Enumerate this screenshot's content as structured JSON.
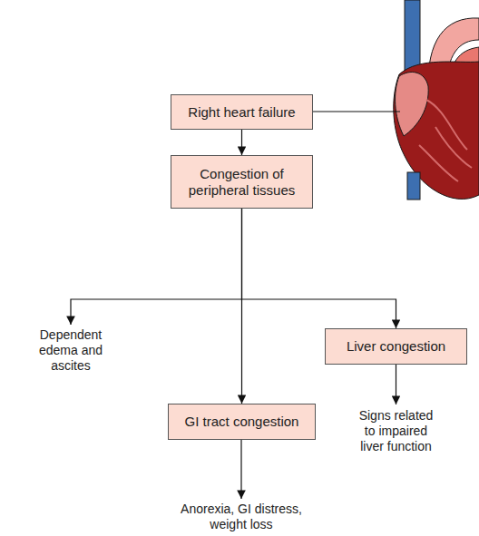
{
  "diagram": {
    "nodes": [
      {
        "text": [
          "Right heart failure"
        ]
      },
      {
        "text": [
          "Congestion of peripheral tissues"
        ]
      },
      {
        "text": [
          "Liver congestion"
        ]
      },
      {
        "text": [
          "GI tract congestion"
        ]
      }
    ],
    "edges": [
      {
        "from": 0,
        "to": 1,
        "arrow": "to"
      },
      {
        "from": 1,
        "to": 3,
        "arrow": "to"
      },
      {
        "from": 1,
        "to": 2,
        "arrow": "to"
      }
    ],
    "labels": [
      "Dependent edema and ascites",
      "Signs related to impaired liver function",
      "Anorexia, GI distress, weight loss"
    ]
  }
}
